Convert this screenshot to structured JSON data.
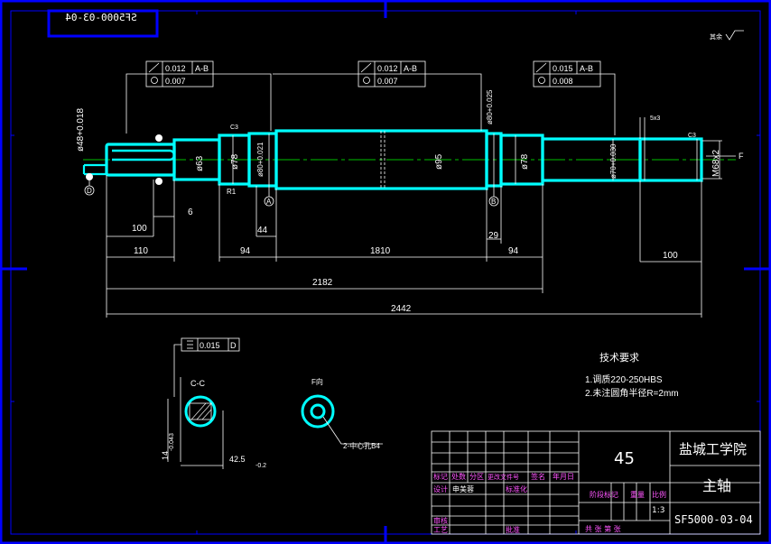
{
  "drawing": {
    "corner_code_mirrored": "SF5000-03-04",
    "roughness_note": "其余",
    "tolerance_frames": [
      {
        "runout": "0.012",
        "datum": "A-B",
        "cyl": "0.007"
      },
      {
        "runout": "0.012",
        "datum": "A-B",
        "cyl": "0.007"
      },
      {
        "runout": "0.015",
        "datum": "A-B",
        "cyl": "0.008"
      }
    ],
    "shaft_diameters": {
      "d48": "ø48+0.018",
      "d63": "ø63",
      "d78a": "ø78",
      "d80a": "ø80+0.021",
      "d95": "ø95",
      "d80b": "ø80+0.025",
      "d78b": "ø78",
      "d70": "ø70+0.030",
      "m68": "M68x2"
    },
    "datum_labels": {
      "a": "A",
      "b": "B",
      "d": "D",
      "f": "F"
    },
    "chamfers": {
      "c1": "C3",
      "c2": "C3",
      "k": "5x3"
    },
    "dimensions": {
      "d100a": "100",
      "d6": "6",
      "d110": "110",
      "d94a": "94",
      "d44": "44",
      "d1810": "1810",
      "d29": "29",
      "d94b": "94",
      "d100b": "100",
      "d2182": "2182",
      "d2442": "2442",
      "r1": "R1"
    },
    "section": {
      "flatness_value": "0.015",
      "flatness_datum": "D",
      "title": "C-C",
      "dim_width": "14",
      "dim_width_tol": "-0.043",
      "dim_depth": "42.5",
      "dim_depth_tol": "-0.2"
    },
    "view_f": {
      "title": "F向",
      "label": "2-中心孔B4"
    },
    "tech_req": {
      "title": "技术要求",
      "line1": "1.调质220-250HBS",
      "line2": "2.未注圆角半径R=2mm"
    }
  },
  "title_block": {
    "material": "45",
    "school": "盐城工学院",
    "part_name": "主轴",
    "drawing_no": "SF5000-03-04",
    "scale": "1:3",
    "headers": [
      "标记",
      "处数",
      "分区",
      "更改文件号",
      "签名",
      "年月日"
    ],
    "row_design": "设计",
    "row_design_name": "申美蓉",
    "row_std": "标准化",
    "row_stage": "阶段标记",
    "row_weight": "重量",
    "row_scale": "比例",
    "row_check": "审核",
    "row_process": "工艺",
    "row_approve": "批准",
    "row_sheets": "共   张  第   张"
  },
  "colors": {
    "frame": "#0000ff",
    "outline": "#00ffff",
    "centerline": "#00ff00",
    "dims": "#ffffff",
    "title_text": "#ff55ff"
  }
}
